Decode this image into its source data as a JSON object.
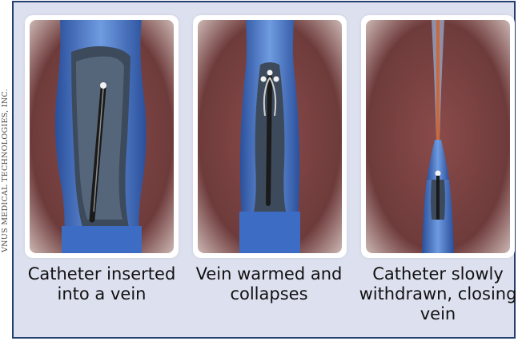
{
  "credit": "VNUS MEDICAL TECHNOLOGIES, INC.",
  "steps": [
    {
      "caption": "Catheter inserted into a vein"
    },
    {
      "caption": "Vein warmed and collapses"
    },
    {
      "caption": "Catheter slowly withdrawn, closing vein"
    }
  ],
  "colors": {
    "frame": "#24406e",
    "panel_background": "#dde0ef",
    "tissue": "#6e3b3b",
    "vein_wall": "#3d6cc4",
    "catheter": "#1a1a1a",
    "catheter_line": "#c96a3e"
  }
}
